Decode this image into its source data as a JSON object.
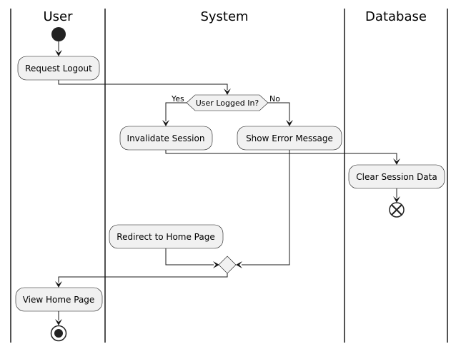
{
  "lanes": {
    "user": "User",
    "system": "System",
    "database": "Database"
  },
  "actions": {
    "request_logout": "Request Logout",
    "invalidate_session": "Invalidate Session",
    "show_error_message": "Show Error Message",
    "clear_session_data": "Clear Session Data",
    "redirect_home": "Redirect to Home Page",
    "view_home_page": "View Home Page"
  },
  "decision": {
    "question": "User Logged In?",
    "yes_label": "Yes",
    "no_label": "No"
  },
  "colors": {
    "node_fill": "#F1F1F1",
    "stroke": "#181818",
    "start_fill": "#222222"
  }
}
